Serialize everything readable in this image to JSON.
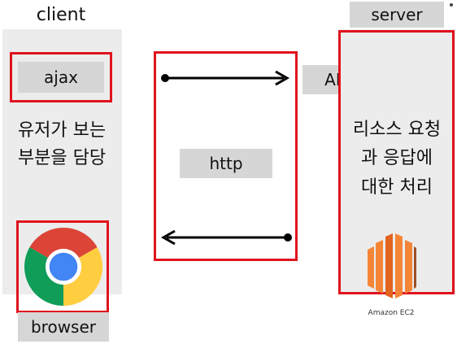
{
  "client": {
    "title": "client",
    "ajax_label": "ajax",
    "description_line1": "유저가 보는",
    "description_line2": "부분을 담당",
    "browser_label": "browser"
  },
  "http": {
    "label": "http",
    "api_label": "API"
  },
  "server": {
    "title": "server",
    "description_line1": "리소스 요청",
    "description_line2": "과 응답에",
    "description_line3": "대한 처리",
    "ec2_caption": "Amazon EC2"
  },
  "colors": {
    "highlight_border": "#e0131d",
    "column_background": "#ececec",
    "label_background": "#d6d6d6",
    "ec2_orange": "#f58536"
  },
  "icons": {
    "browser": "chrome-logo-icon",
    "server": "amazon-ec2-icon"
  }
}
